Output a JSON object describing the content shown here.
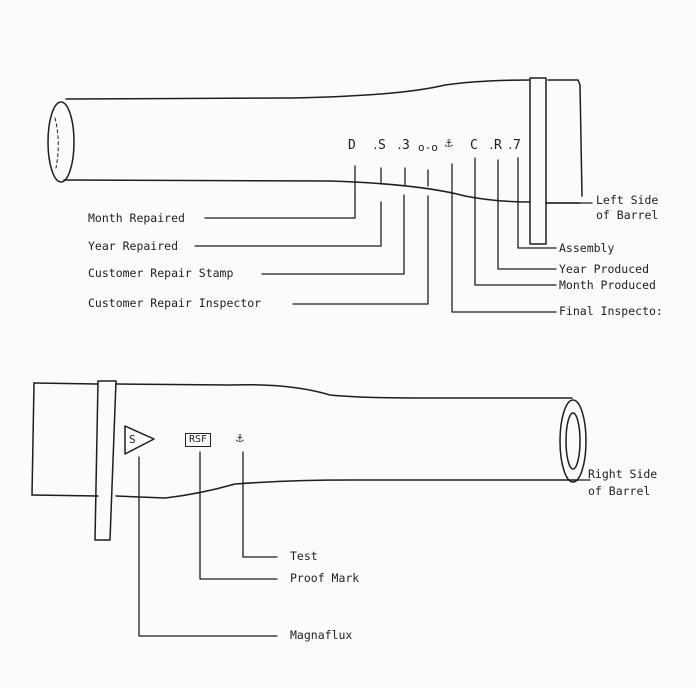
{
  "left_side": {
    "caption_line1": "Left Side",
    "caption_line2": "of Barrel",
    "marks": {
      "month_repaired": "D",
      "year_repaired": "S",
      "repair_stamp": "3",
      "repair_inspector": "o-o",
      "final_inspector": "⚓",
      "month_produced": "C",
      "year_produced": "R",
      "assembly": "7"
    },
    "labels": {
      "month_repaired": "Month Repaired",
      "year_repaired": "Year Repaired",
      "customer_repair_stamp": "Customer Repair Stamp",
      "customer_repair_inspector": "Customer Repair Inspector",
      "assembly": "Assembly",
      "year_produced": "Year Produced",
      "month_produced": "Month Produced",
      "final_inspector": "Final Inspecto:"
    }
  },
  "right_side": {
    "caption_line1": "Right Side",
    "caption_line2": "of Barrel",
    "marks": {
      "magnaflux": "S",
      "proof": "RSF",
      "test": "⚓"
    },
    "labels": {
      "test": "Test",
      "proof_mark": "Proof Mark",
      "magnaflux": "Magnaflux"
    }
  }
}
